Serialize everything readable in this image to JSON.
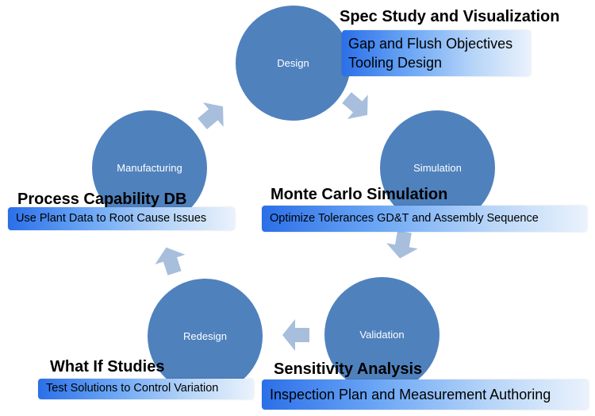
{
  "nodes": {
    "design": "Design",
    "simulation": "Simulation",
    "validation": "Validation",
    "redesign": "Redesign",
    "manufacturing": "Manufacturing"
  },
  "annotations": {
    "spec": {
      "heading": "Spec Study and Visualization",
      "lines": [
        "Gap and Flush Objectives",
        "Tooling Design"
      ]
    },
    "monte_carlo": {
      "heading": "Monte Carlo Simulation",
      "lines": [
        "Optimize Tolerances GD&T and Assembly Sequence"
      ]
    },
    "sensitivity": {
      "heading": "Sensitivity Analysis",
      "lines": [
        "Inspection Plan and Measurement Authoring"
      ]
    },
    "what_if": {
      "heading": "What If Studies",
      "lines": [
        "Test Solutions to Control Variation"
      ]
    },
    "process_db": {
      "heading": "Process Capability DB",
      "lines": [
        "Use Plant Data to Root Cause Issues"
      ]
    }
  },
  "colors": {
    "circle": "#4f81bd",
    "arrow": "#a7bedc",
    "box_start": "#2b6fe8",
    "box_end": "#eaf2fc"
  }
}
